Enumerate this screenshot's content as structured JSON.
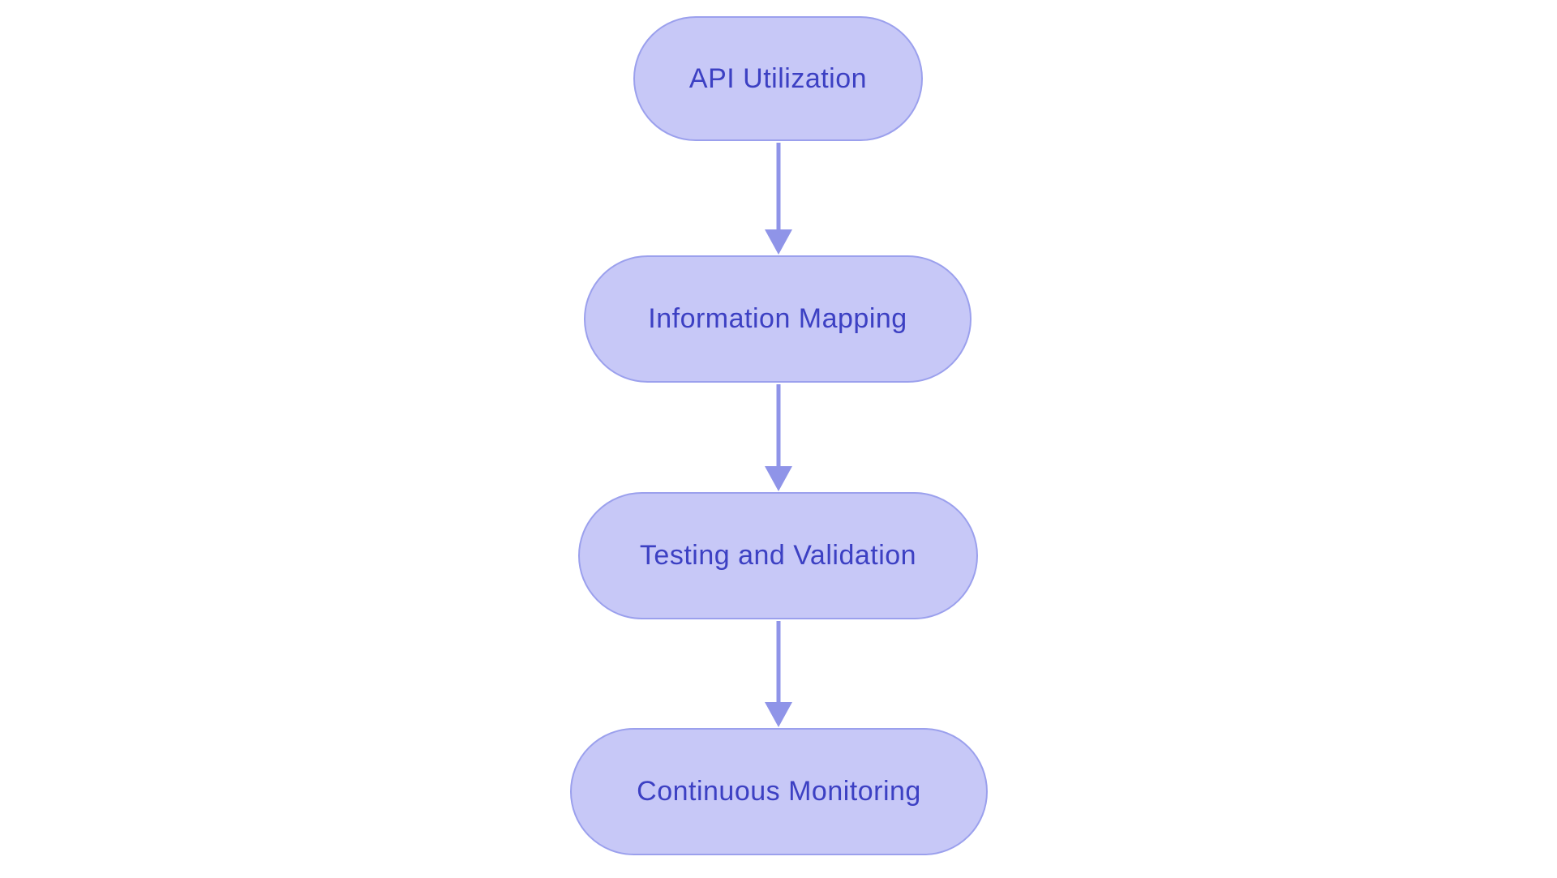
{
  "diagram": {
    "type": "flowchart",
    "direction": "top-down",
    "background": "#ffffff",
    "nodes": [
      {
        "id": "node-1",
        "label": "API Utilization"
      },
      {
        "id": "node-2",
        "label": "Information Mapping"
      },
      {
        "id": "node-3",
        "label": "Testing and Validation"
      },
      {
        "id": "node-4",
        "label": "Continuous Monitoring"
      }
    ],
    "edges": [
      {
        "from": "node-1",
        "to": "node-2",
        "style": "arrow-down"
      },
      {
        "from": "node-2",
        "to": "node-3",
        "style": "arrow-down"
      },
      {
        "from": "node-3",
        "to": "node-4",
        "style": "arrow-down"
      }
    ],
    "colors": {
      "node_fill": "#c7c8f7",
      "node_border": "#9ba0ed",
      "node_text": "#3c40c3",
      "arrow": "#8f94e8"
    }
  }
}
